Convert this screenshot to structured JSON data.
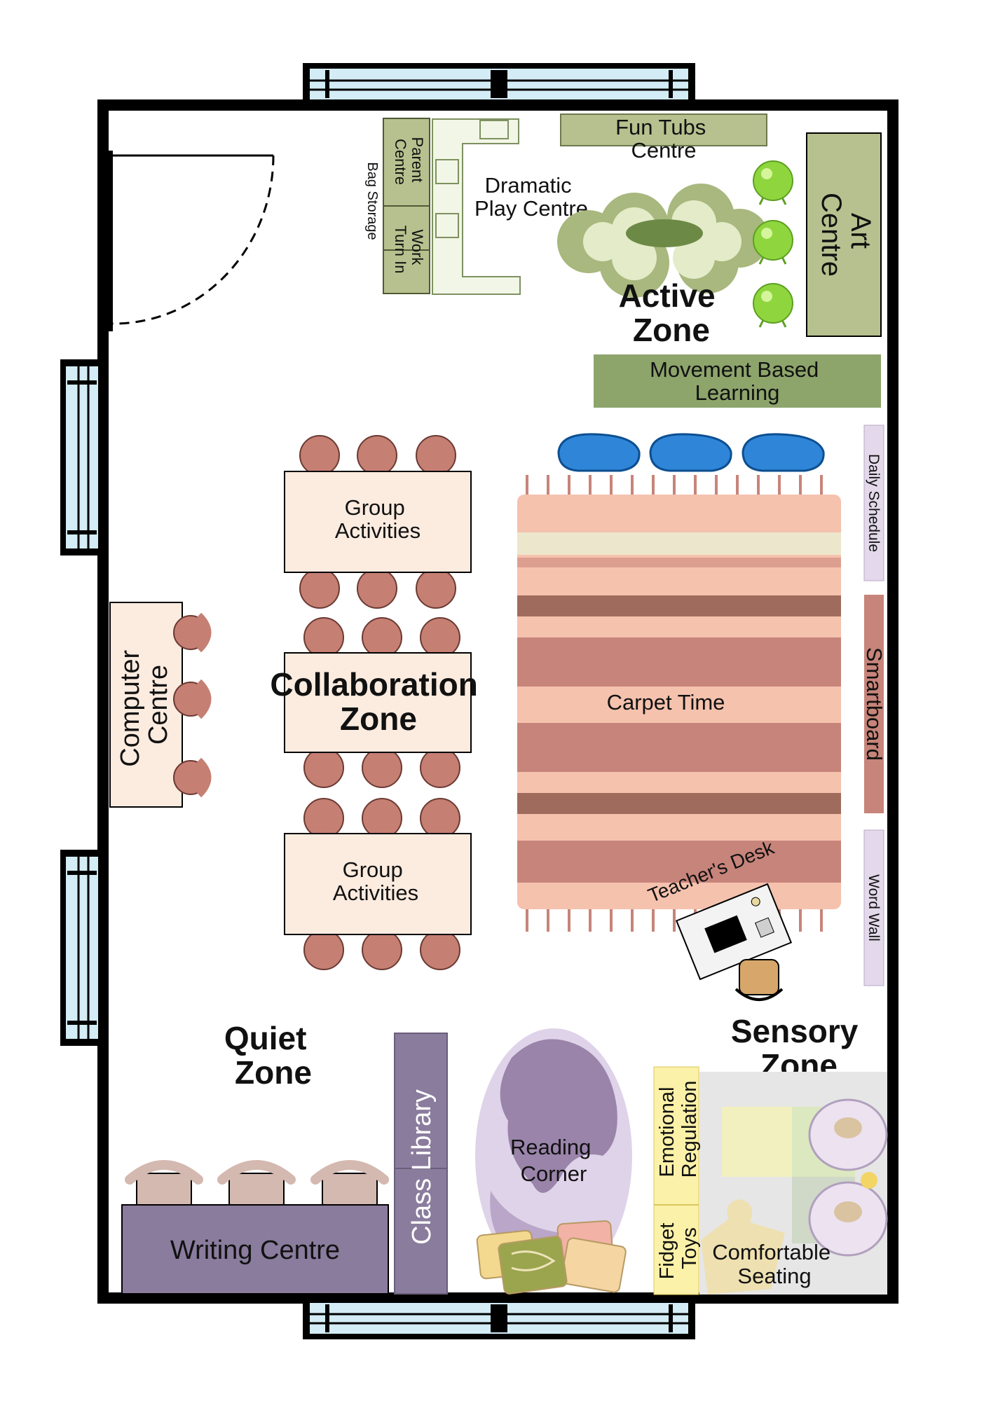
{
  "colors": {
    "wall": "#000000",
    "window": "#d3ecf5",
    "sage": "#b7c18f",
    "moss": "#8da46b",
    "table": "#fcebdf",
    "chair": "#c67f73",
    "carpet_light": "#f5c2ae",
    "carpet_mid": "#c7847a",
    "carpet_dark": "#9e6b5c",
    "carpet_cream": "#ece6cc",
    "lavender": "#e3d9ea",
    "purple": "#8a7c9d",
    "yellow": "#fbf1a8",
    "cushion_blue": "#2f86d8",
    "ball_green": "#8fd63e"
  },
  "zones": {
    "active": [
      "Active",
      "Zone"
    ],
    "collaboration": [
      "Collaboration",
      "Zone"
    ],
    "quiet": [
      "Quiet",
      "Zone"
    ],
    "sensory": [
      "Sensory",
      "Zone"
    ]
  },
  "areas": {
    "fun_tubs": [
      "Fun Tubs",
      "Centre"
    ],
    "dramatic_play": [
      "Dramatic",
      "Play Centre"
    ],
    "art": [
      "Art",
      "Centre"
    ],
    "movement": [
      "Movement Based",
      "Learning"
    ],
    "parent_centre": [
      "Parent",
      "Centre"
    ],
    "work_turn_in": [
      "Work",
      "Turn In"
    ],
    "bag_storage": "Bag Storage",
    "group_activities_1": [
      "Group",
      "Activities"
    ],
    "group_activities_2": [
      "Group",
      "Activities"
    ],
    "computer_centre": [
      "Computer",
      "Centre"
    ],
    "carpet_time": "Carpet Time",
    "daily_schedule": "Daily Schedule",
    "smartboard": "Smartboard",
    "word_wall": "Word Wall",
    "teachers_desk": "Teacher's Desk",
    "class_library": "Class Library",
    "reading_corner": [
      "Reading",
      "Corner"
    ],
    "writing_centre": "Writing Centre",
    "emotional_regulation": [
      "Emotional",
      "Regulation"
    ],
    "fidget_toys": [
      "Fidget",
      "Toys"
    ],
    "comfortable_seating": [
      "Comfortable",
      "Seating"
    ]
  }
}
